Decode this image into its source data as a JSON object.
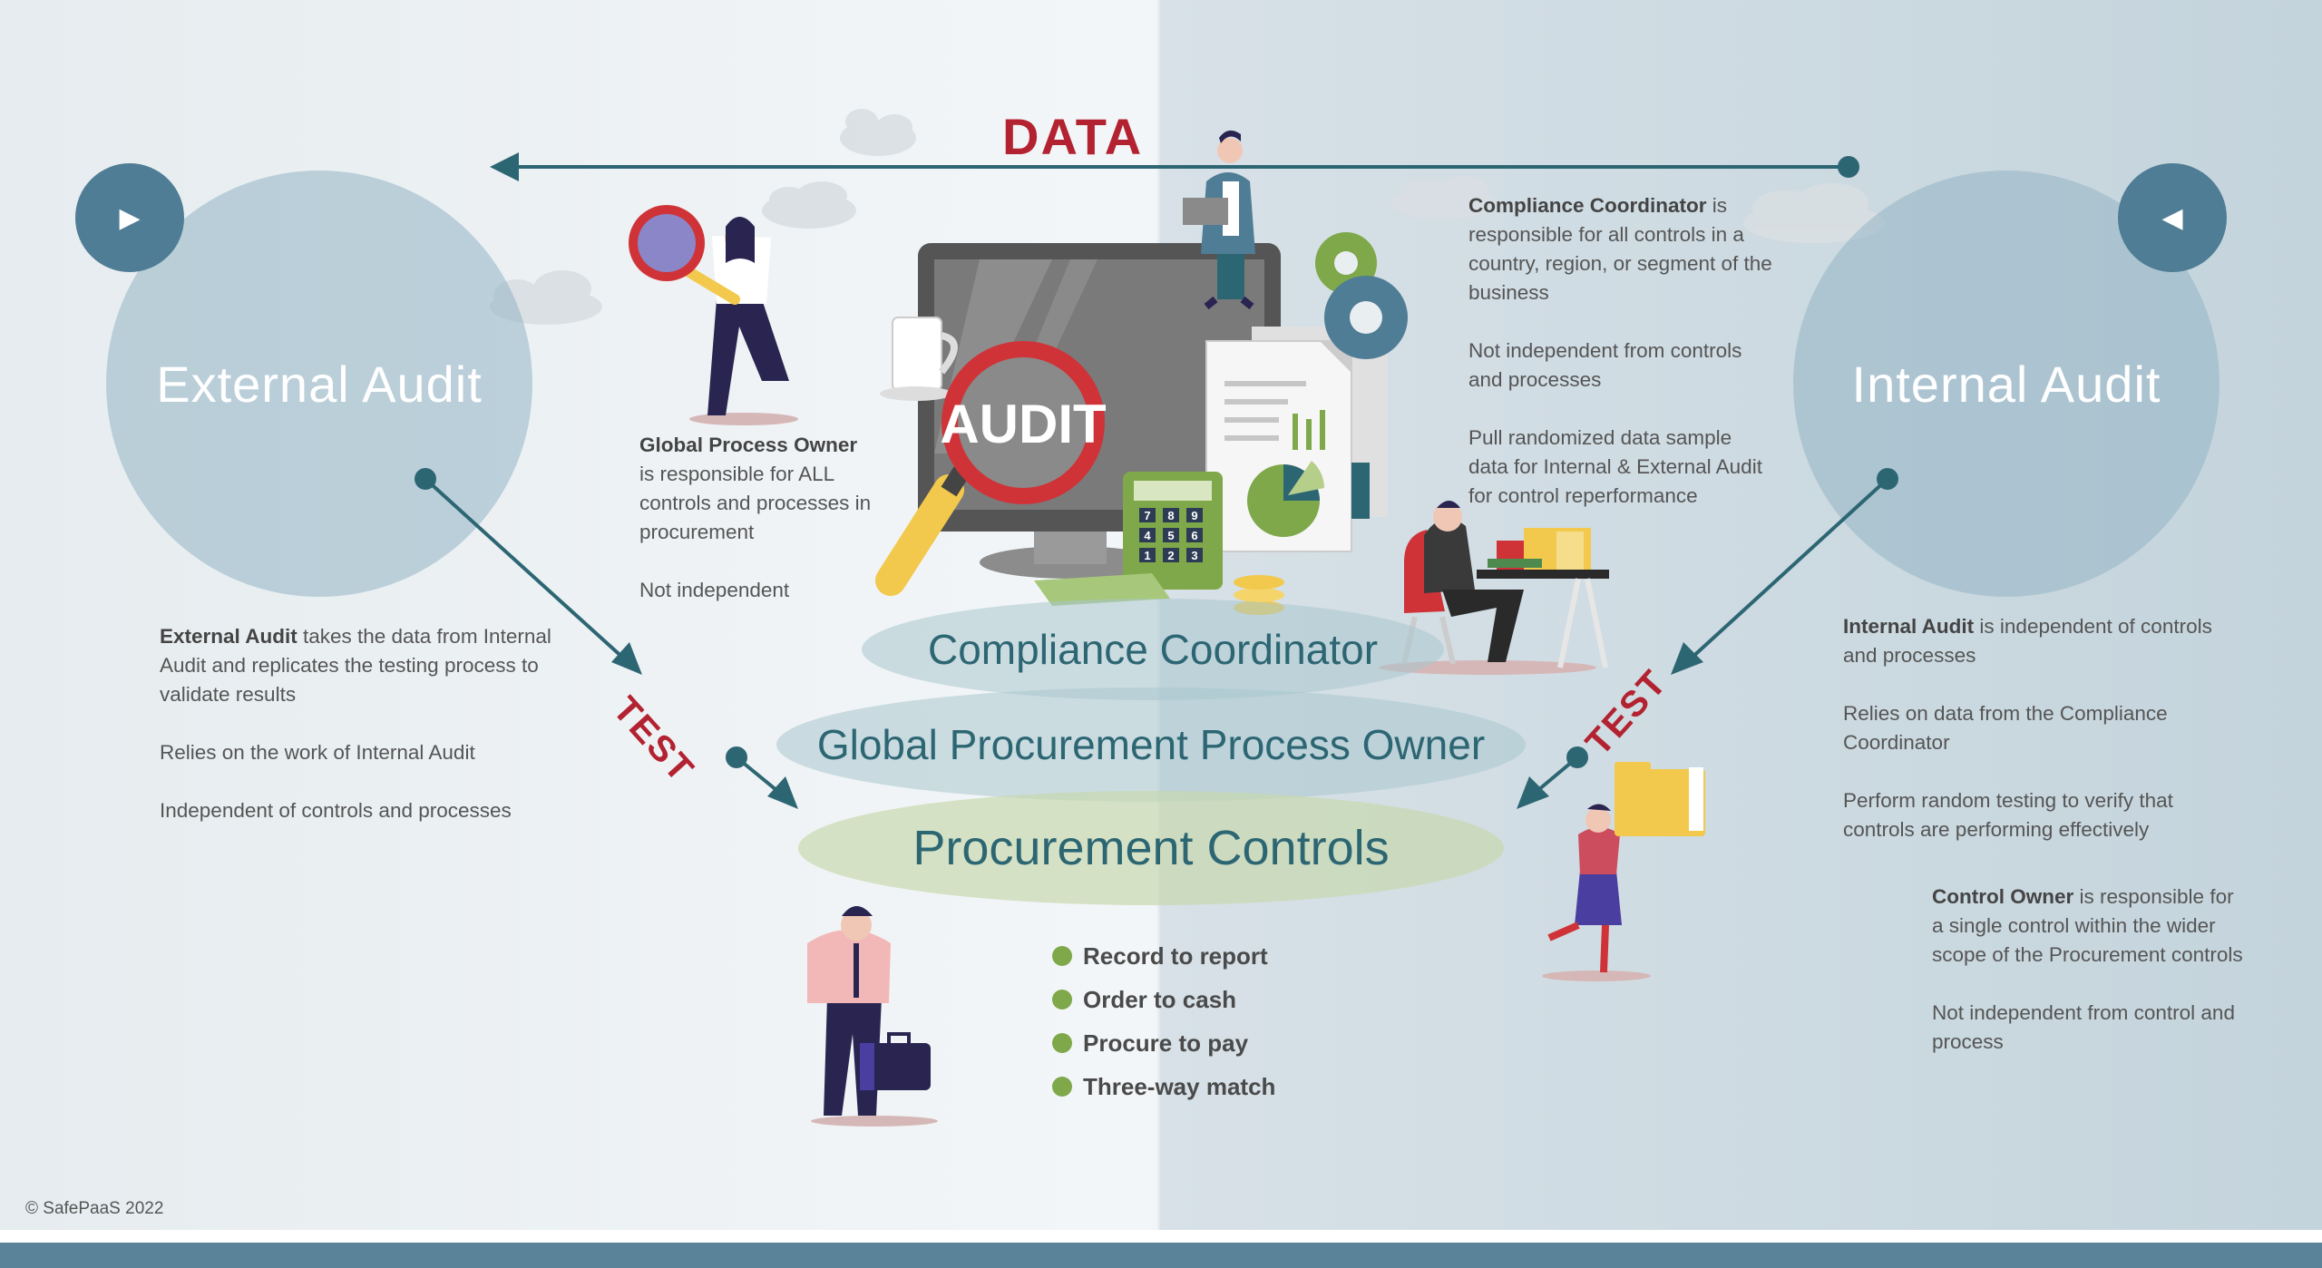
{
  "header": {
    "data_label": "DATA"
  },
  "external_audit": {
    "title": "External Audit",
    "desc_bold": "External Audit",
    "desc_rest": " takes the data from Internal Audit and replicates the testing process to validate results",
    "point2": "Relies on the work of Internal Audit",
    "point3": "Independent of controls and processes"
  },
  "internal_audit": {
    "title": "Internal Audit",
    "desc_bold": "Internal Audit",
    "desc_rest": " is independent of controls and processes",
    "point2": "Relies on data from the Compliance Coordinator",
    "point3": "Perform random testing to verify that controls are performing effectively"
  },
  "global_process_owner": {
    "bold": "Global Process Owner",
    "rest": " is responsible for ALL controls and processes in procurement",
    "point2": "Not independent"
  },
  "compliance_coordinator": {
    "bold": "Compliance Coordinator",
    "rest": " is responsible for all controls in a country, region, or segment of the business",
    "point2": "Not independent from controls and processes",
    "point3": "Pull randomized data sample data for Internal & External Audit for control reperformance"
  },
  "control_owner": {
    "bold": "Control Owner",
    "rest": " is responsible for a single control within the wider scope of the Procurement controls",
    "point2": "Not independent from control and process"
  },
  "test_labels": {
    "left": "TEST",
    "right": "TEST"
  },
  "ellipses": {
    "top": "Compliance Coordinator",
    "middle": "Global Procurement Process Owner",
    "bottom": "Procurement Controls"
  },
  "audit_badge": "AUDIT",
  "calculator_keys": [
    "7",
    "8",
    "9",
    "4",
    "5",
    "6",
    "1",
    "2",
    "3"
  ],
  "processes": [
    "Record to report",
    "Order to cash",
    "Procure to pay",
    "Three-way match"
  ],
  "copyright": "© SafePaaS 2022",
  "colors": {
    "accent_red": "#b32230",
    "teal": "#2d6673",
    "steel_blue": "#4f7d95",
    "bullet_green": "#7fa84a"
  }
}
